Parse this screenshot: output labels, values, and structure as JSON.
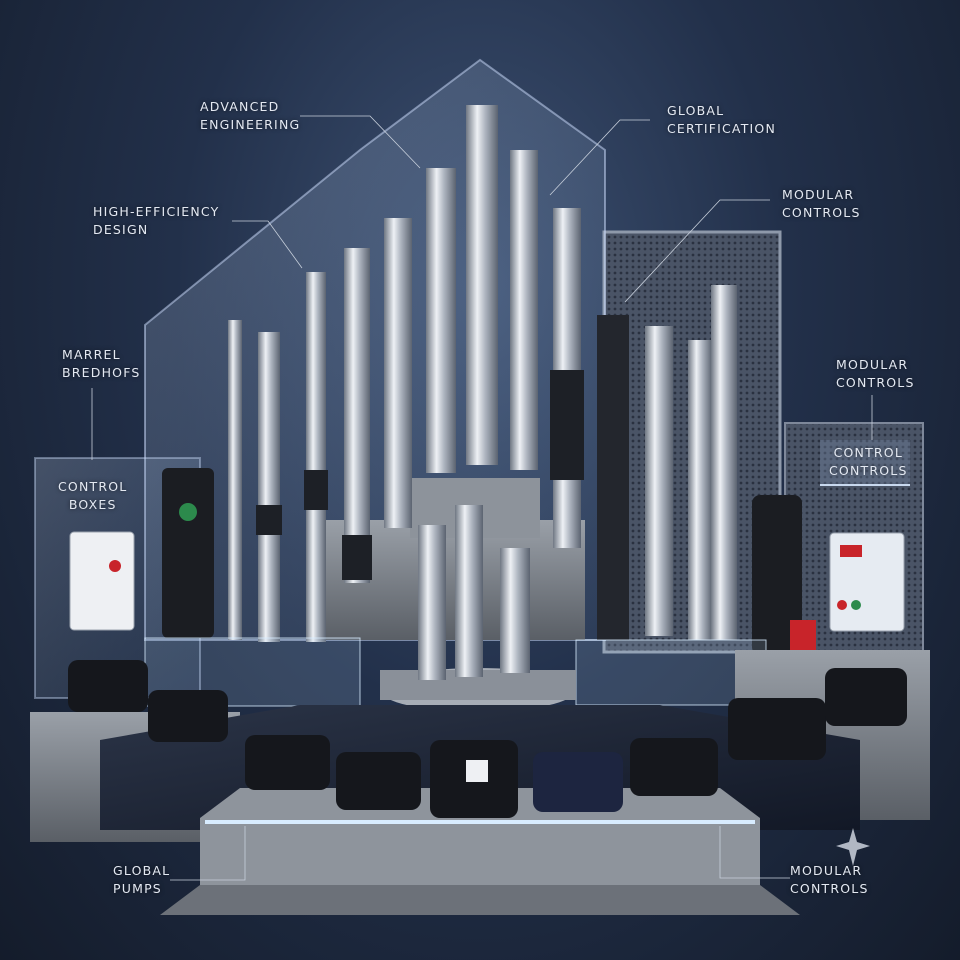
{
  "callouts": {
    "advanced_engineering": {
      "line1": "ADVANCED",
      "line2": "ENGINEERING"
    },
    "global_certification": {
      "line1": "GLOBAL",
      "line2": "CERTIFICATION"
    },
    "high_efficiency": {
      "line1": "HIGH-EFFICIENCY",
      "line2": "DESIGN"
    },
    "modular_controls_top": {
      "line1": "MODULAR",
      "line2": "CONTROLS"
    },
    "marrel": {
      "line1": "MARREL",
      "line2": "BREDHOFS"
    },
    "modular_controls_right": {
      "line1": "MODULAR",
      "line2": "CONTROLS"
    },
    "control_boxes": {
      "line1": "CONTROL",
      "line2": "BOXES"
    },
    "control_controls": {
      "line1": "CONTROL",
      "line2": "CONTROLS"
    },
    "global_pumps": {
      "line1": "GLOBAL",
      "line2": "PUMPS"
    },
    "modular_controls_bottom": {
      "line1": "MODULAR",
      "line2": "CONTROLS"
    }
  },
  "colors": {
    "background": "#1f2b40",
    "steel": "#c9cfd8",
    "pump_black": "#1b1d22",
    "accent_red": "#c8242a",
    "glow": "#cfe6ff"
  }
}
